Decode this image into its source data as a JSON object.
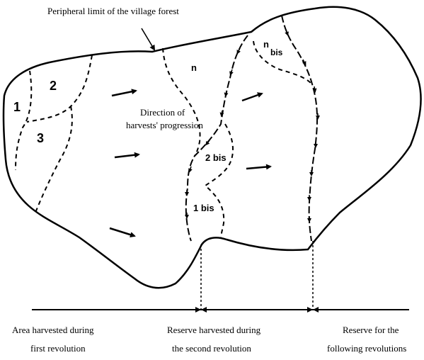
{
  "labels": {
    "peripheral_limit": "Peripheral limit of the village forest",
    "direction_line1": "Direction of",
    "direction_line2": "harvests' progression",
    "parcel_1": "1",
    "parcel_2": "2",
    "parcel_3": "3",
    "parcel_n": "n",
    "parcel_n_bis_n": "n",
    "parcel_n_bis_suffix": "bis",
    "parcel_2_bis": "2 bis",
    "parcel_1_bis": "1 bis"
  },
  "bottom_captions": {
    "first": {
      "line1": "Area harvested during",
      "line2": "first revolution"
    },
    "second": {
      "line1": "Reserve harvested during",
      "line2": "the second revolution"
    },
    "third": {
      "line1": "Reserve for the",
      "line2": "following revolutions"
    }
  }
}
